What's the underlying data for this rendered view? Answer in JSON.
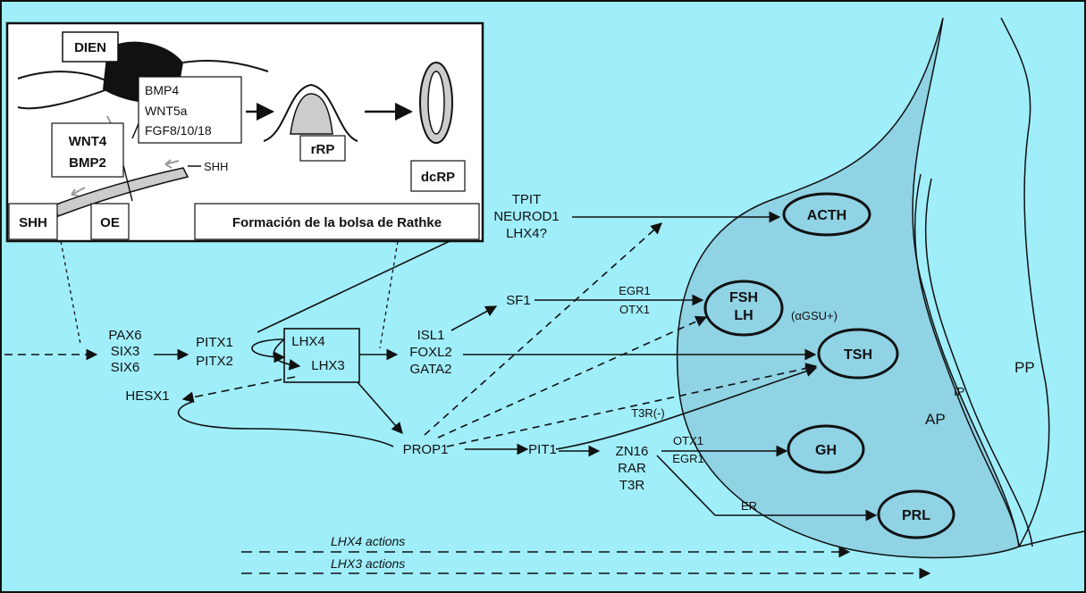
{
  "colors": {
    "background": "#a0eefa",
    "gland": "#8fd3e5",
    "ink": "#111111",
    "inset_bg": "#ffffff"
  },
  "inset": {
    "dien": "DIEN",
    "factors": [
      "BMP4",
      "WNT5a",
      "FGF8/10/18"
    ],
    "wnt": [
      "WNT4",
      "BMP2"
    ],
    "shh_label": "SHH",
    "shh_box": "SHH",
    "oe": "OE",
    "rrp": "rRP",
    "dcrp": "dcRP",
    "caption": "Formación de la bolsa de Rathke"
  },
  "genes": {
    "pax6": "PAX6",
    "six3": "SIX3",
    "six6": "SIX6",
    "pitx1": "PITX1",
    "pitx2": "PITX2",
    "lhx4": "LHX4",
    "lhx3": "LHX3",
    "hesx1": "HESX1",
    "tpit": "TPIT",
    "neurod1": "NEUROD1",
    "lhx4q": "LHX4?",
    "isl1": "ISL1",
    "foxl2": "FOXL2",
    "gata2": "GATA2",
    "sf1": "SF1",
    "egr1_a": "EGR1",
    "otx1_a": "OTX1",
    "prop1": "PROP1",
    "pit1": "PIT1",
    "zn16": "ZN16",
    "rar": "RAR",
    "t3r": "T3R",
    "t3r_neg": "T3R(-)",
    "otx1_b": "OTX1",
    "egr1_b": "EGR1",
    "er": "ER"
  },
  "cells": {
    "acth": "ACTH",
    "fsh": "FSH",
    "lh": "LH",
    "agsu": "(αGSU+)",
    "tsh": "TSH",
    "gh": "GH",
    "prl": "PRL"
  },
  "regions": {
    "ap": "AP",
    "ip": "IP",
    "pp": "PP"
  },
  "actions": {
    "lhx4": "LHX4 actions",
    "lhx3": "LHX3 actions"
  }
}
